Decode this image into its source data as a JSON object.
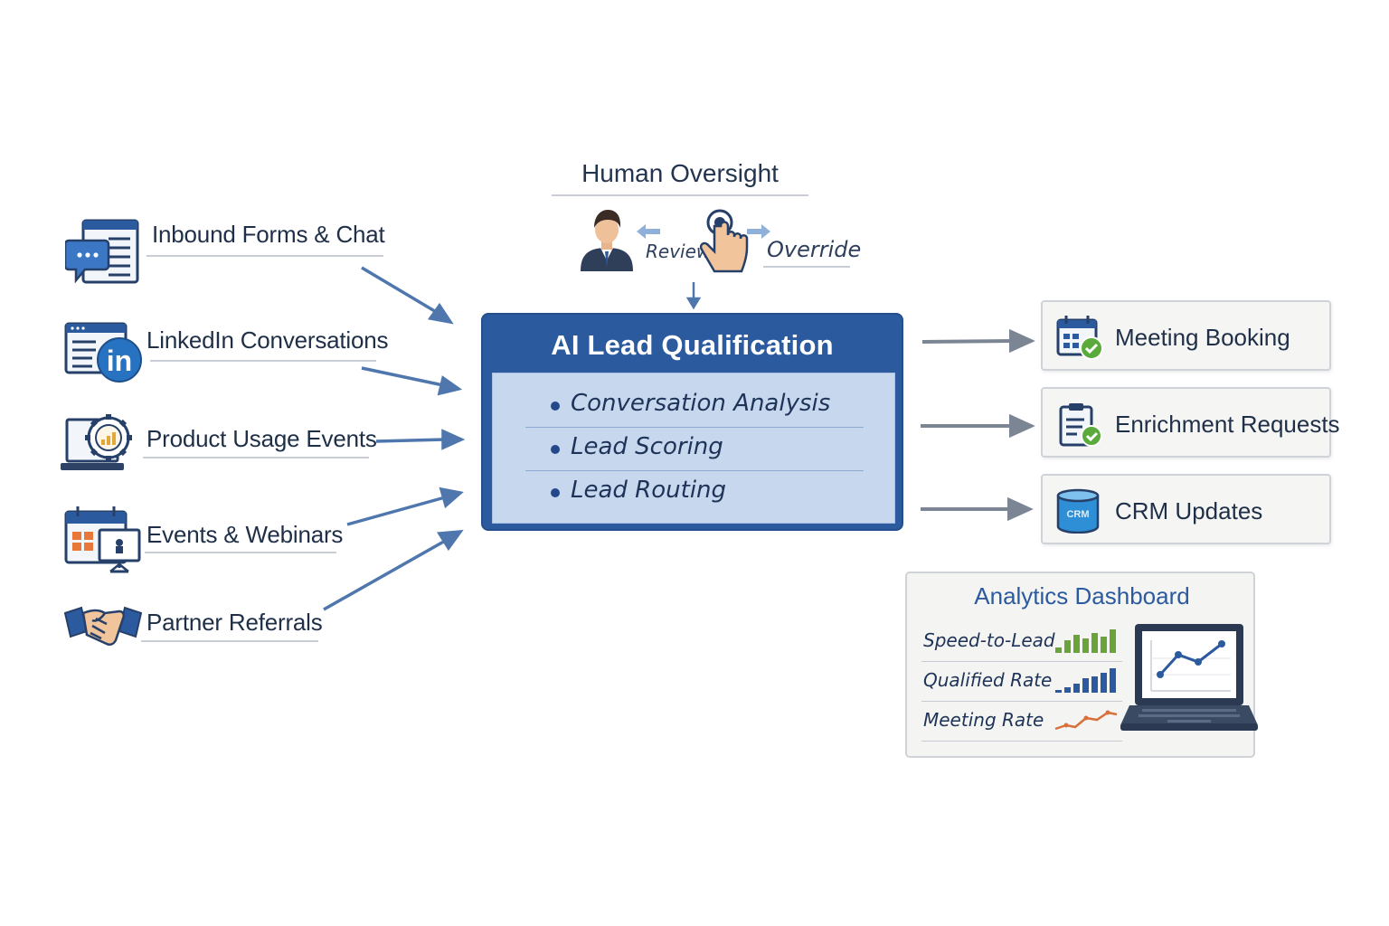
{
  "inputs": [
    {
      "label": "Inbound Forms & Chat",
      "icon": "chat-form-icon"
    },
    {
      "label": "LinkedIn Conversations",
      "icon": "linkedin-icon"
    },
    {
      "label": "Product Usage Events",
      "icon": "product-usage-icon"
    },
    {
      "label": "Events & Webinars",
      "icon": "calendar-webinar-icon"
    },
    {
      "label": "Partner Referrals",
      "icon": "handshake-icon"
    }
  ],
  "oversight": {
    "title": "Human Oversight",
    "review_label": "Review",
    "override_label": "Override"
  },
  "core": {
    "title": "AI Lead Qualification",
    "steps": [
      "Conversation Analysis",
      "Lead Scoring",
      "Lead Routing"
    ]
  },
  "outputs": [
    {
      "label": "Meeting Booking",
      "icon": "calendar-check-icon"
    },
    {
      "label": "Enrichment Requests",
      "icon": "clipboard-check-icon"
    },
    {
      "label": "CRM Updates",
      "icon": "database-icon",
      "icon_text": "CRM"
    }
  ],
  "analytics": {
    "title": "Analytics Dashboard",
    "metrics": [
      {
        "label": "Speed-to-Lead",
        "chart": "bars",
        "color": "#6aa33a"
      },
      {
        "label": "Qualified Rate",
        "chart": "bars",
        "color": "#2c5a9f"
      },
      {
        "label": "Meeting Rate",
        "chart": "line",
        "color": "#d9703a"
      }
    ]
  },
  "colors": {
    "primary": "#2c5a9f",
    "arrow_in": "#4f77ad",
    "arrow_out": "#7b8594",
    "check": "#5aaa3c"
  }
}
